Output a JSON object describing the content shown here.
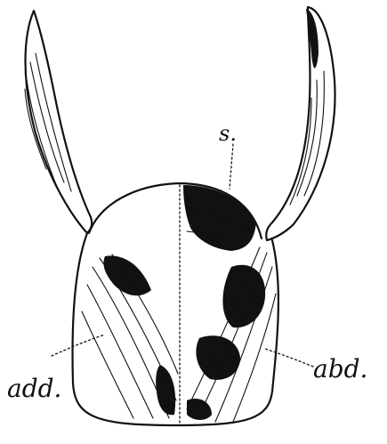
{
  "figure": {
    "labels": {
      "superficial": "s.",
      "adductor": "add.",
      "abductor": "abd."
    }
  }
}
